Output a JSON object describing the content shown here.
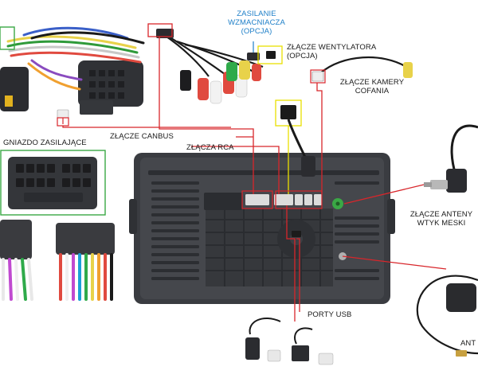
{
  "labels": {
    "amp_power": [
      "ZASILANIE",
      "WZMACNIACZA",
      "(OPCJA)"
    ],
    "fan": [
      "ZŁĄCZE WENTYLATORA",
      "(OPCJA)"
    ],
    "camera": [
      "ZŁĄCZE KAMERY",
      "COFANIA"
    ],
    "canbus": "ZŁĄCZE CANBUS",
    "rca": "ZŁĄCZA RCA",
    "power_socket": "GNIAZDO ZASILAJĄCE",
    "antenna": [
      "ZŁĄCZE ANTENY",
      "WTYK MESKI"
    ],
    "usb": "PORTY USB",
    "gps": "ANT"
  },
  "colors": {
    "callout_red": "#d8262b",
    "callout_yellow": "#e9e000",
    "callout_green": "#3aa845",
    "amp_label": "#1e7fc8",
    "unit_body": "#3f4146"
  }
}
